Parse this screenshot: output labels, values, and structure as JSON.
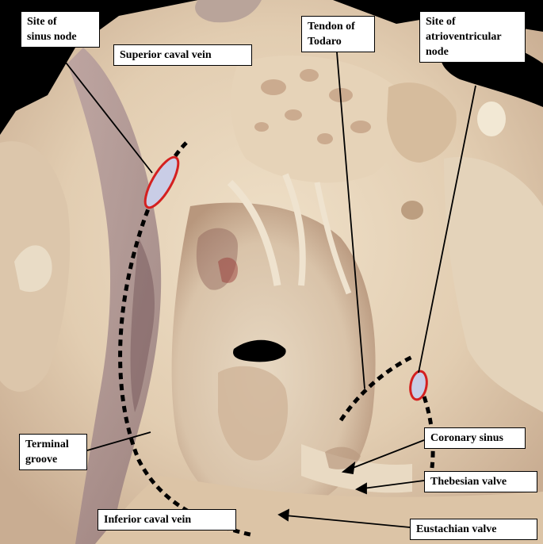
{
  "labels": {
    "site_of_sinus_node": "Site of\nsinus node",
    "superior_caval_vein": "Superior caval vein",
    "tendon_of_todaro": "Tendon of\nTodaro",
    "site_of_av_node": "Site of\natrioventricular\nnode",
    "terminal_groove": "Terminal\ngroove",
    "coronary_sinus": "Coronary sinus",
    "thebesian_valve": "Thebesian valve",
    "inferior_caval_vein": "Inferior caval vein",
    "eustachian_valve": "Eustachian valve"
  },
  "colors": {
    "node_outline": "#d42020",
    "node_fill": "#c9cde6",
    "tissue_light": "#e8d6bd",
    "tissue_shadow": "#a3826c",
    "background": "#000000"
  }
}
